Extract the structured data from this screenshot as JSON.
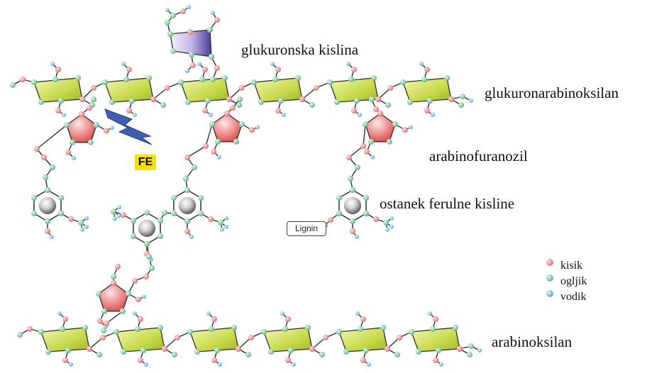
{
  "labels": {
    "glucuronic": "glukuronska kislina",
    "glucuronoarabinoxylan": "glukuronarabinoksilan",
    "arabinofuranosyl": "arabinofuranozil",
    "ferulic_residue": "ostanek ferulne kisline",
    "arabinoxylan": "arabinoksilan",
    "fe": "FE",
    "lignin": "Lignin"
  },
  "legend": {
    "items": [
      {
        "label": "kisik",
        "color": "#e77a7a"
      },
      {
        "label": "ogljik",
        "color": "#6cc38f"
      },
      {
        "label": "vodik",
        "color": "#62b4ea"
      }
    ]
  },
  "colors": {
    "xylose_ring": "#c8d94a",
    "arabinose_ring": "#e46a6a",
    "glucuronic_ring": "#7a66b8",
    "benzene_ring": "#555555",
    "bond": "#2f2f2f",
    "enzyme": "#3d5fb0"
  },
  "icons": {
    "enzyme": "lightning-bolt-icon"
  }
}
